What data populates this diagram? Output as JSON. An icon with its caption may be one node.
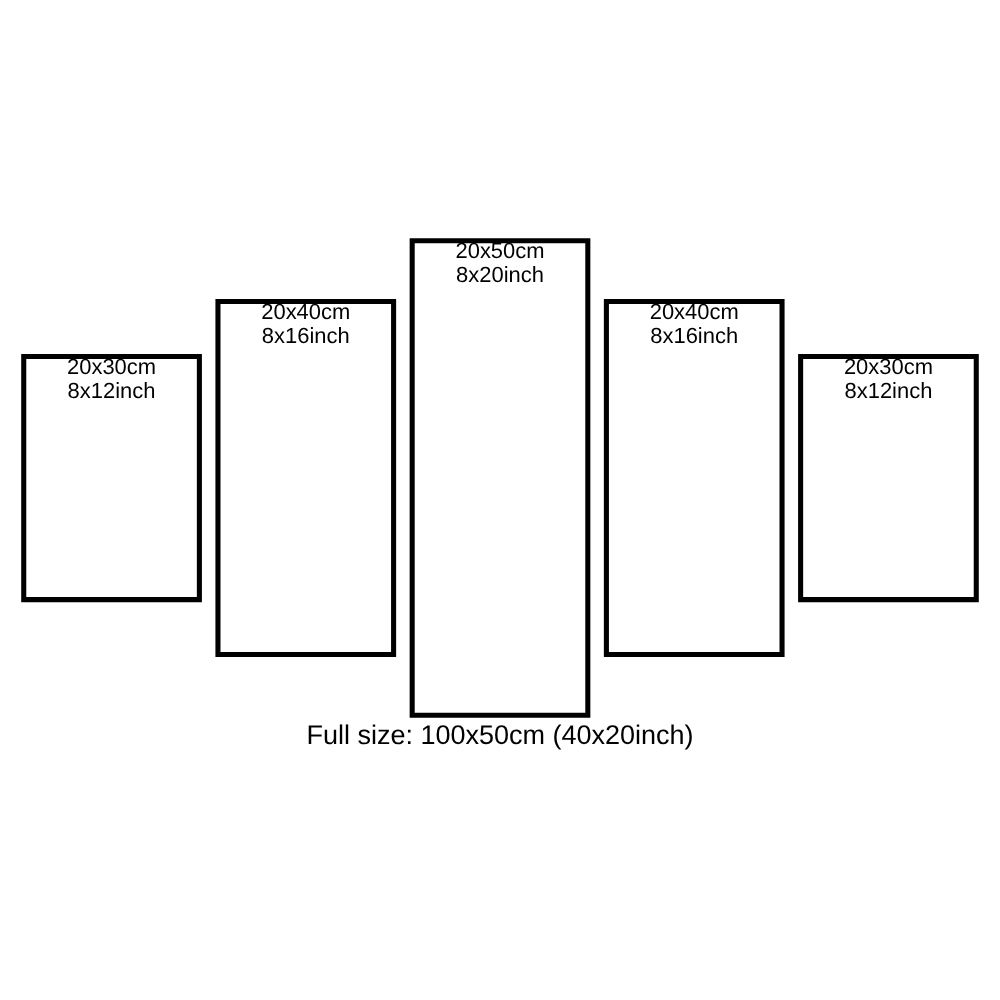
{
  "diagram": {
    "caption": "Full size: 100x50cm (40x20inch)",
    "nodes": [
      {
        "text": [
          "20x30cm",
          "8x12inch"
        ]
      },
      {
        "text": [
          "20x40cm",
          "8x16inch"
        ]
      },
      {
        "text": [
          "20x50cm",
          "8x20inch"
        ]
      },
      {
        "text": [
          "20x40cm",
          "8x16inch"
        ]
      },
      {
        "text": [
          "20x30cm",
          "8x12inch"
        ]
      }
    ]
  }
}
